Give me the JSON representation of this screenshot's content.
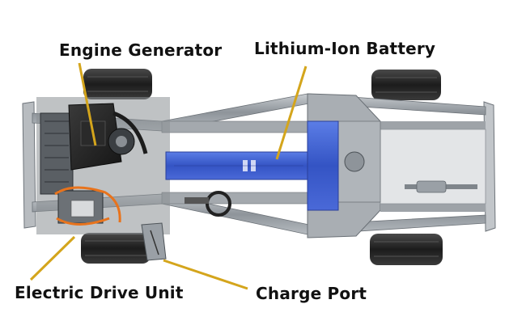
{
  "labels": {
    "engine_generator": "Engine Generator",
    "lithium_ion_battery": "Lithium-Ion Battery",
    "electric_drive_unit": "Electric Drive Unit",
    "charge_port": "Charge Port"
  },
  "colors": {
    "leader_line": "#d4a51c",
    "battery": "#3d5fd1",
    "chassis": "#9aa0a6",
    "tire": "#2a2a2a",
    "motor_cable": "#e8731c"
  }
}
